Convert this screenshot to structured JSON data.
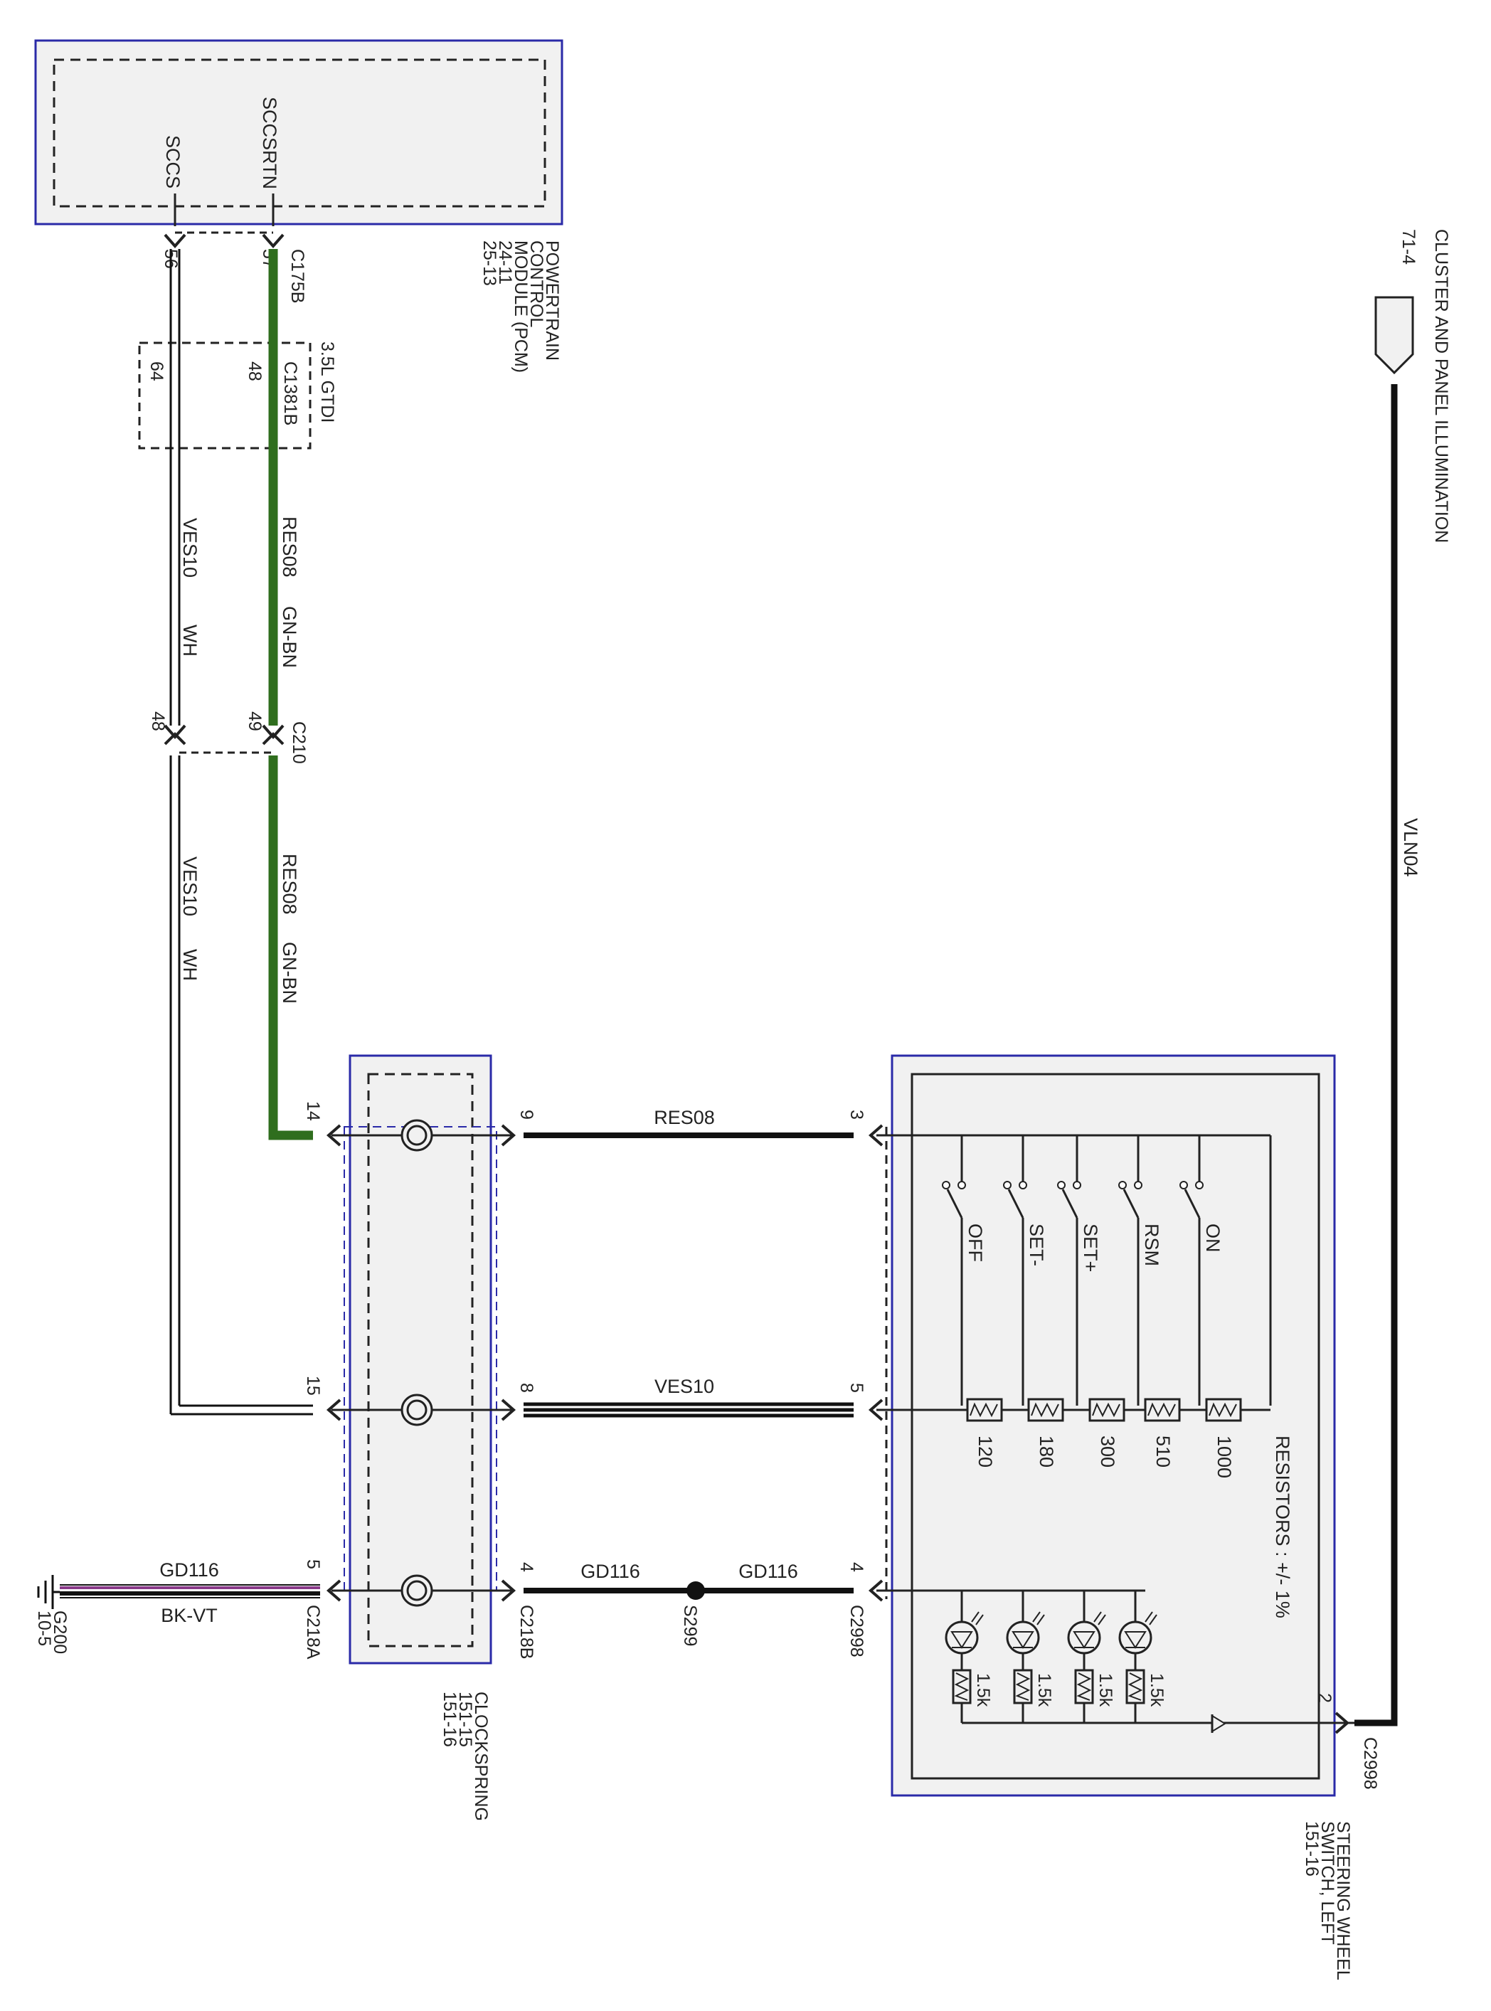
{
  "colors": {
    "module_border": "#2a2aa8",
    "module_fill": "#f1f1f1",
    "wire_green": "#2f6e1e",
    "wire_black": "#111111",
    "wire_violet": "#8a3a8a"
  },
  "pcm": {
    "signals": [
      "SCCS",
      "SCCSRTN"
    ],
    "name_lines": [
      "POWERTRAIN",
      "CONTROL",
      "MODULE (PCM)"
    ],
    "ref_lines": [
      "24-11",
      "25-13"
    ],
    "connector": "C175B",
    "pins": [
      "56",
      "57"
    ]
  },
  "inline_connector": {
    "name": "C1381B",
    "engine": "3.5L GTDI",
    "pins": [
      "64",
      "48"
    ]
  },
  "c210": {
    "name": "C210",
    "pins": [
      "48",
      "49"
    ]
  },
  "wires": {
    "ves10_circuit": "VES10",
    "ves10_color": "WH",
    "res08_circuit": "RES08",
    "res08_color": "GN-BN",
    "gd116_circuit": "GD116",
    "gd116_color": "BK-VT",
    "vln04_circuit": "VLN04"
  },
  "ground": {
    "name": "G200",
    "ref": "10-5"
  },
  "clockspring": {
    "name": "CLOCKSPRING",
    "refs": [
      "151-15",
      "151-16"
    ],
    "c218a": "C218A",
    "c218b": "C218B",
    "pins_a": [
      "14",
      "15",
      "5"
    ],
    "pins_b": [
      "9",
      "8",
      "4"
    ]
  },
  "splice": {
    "name": "S299"
  },
  "steering_switch": {
    "connector": "C2998",
    "pins": [
      "3",
      "5",
      "4",
      "2"
    ],
    "name_lines": [
      "STEERING WHEEL",
      "SWITCH, LEFT",
      "151-16"
    ],
    "switch_labels": [
      "OFF",
      "SET-",
      "SET+",
      "RSM",
      "ON"
    ],
    "resistor_values": [
      "120",
      "180",
      "300",
      "510",
      "1000"
    ],
    "resistor_note": "RESISTORS : +/- 1%",
    "led_resistor": "1.5k"
  },
  "cluster": {
    "name": "CLUSTER AND PANEL ILLUMINATION",
    "ref": "71-4"
  }
}
